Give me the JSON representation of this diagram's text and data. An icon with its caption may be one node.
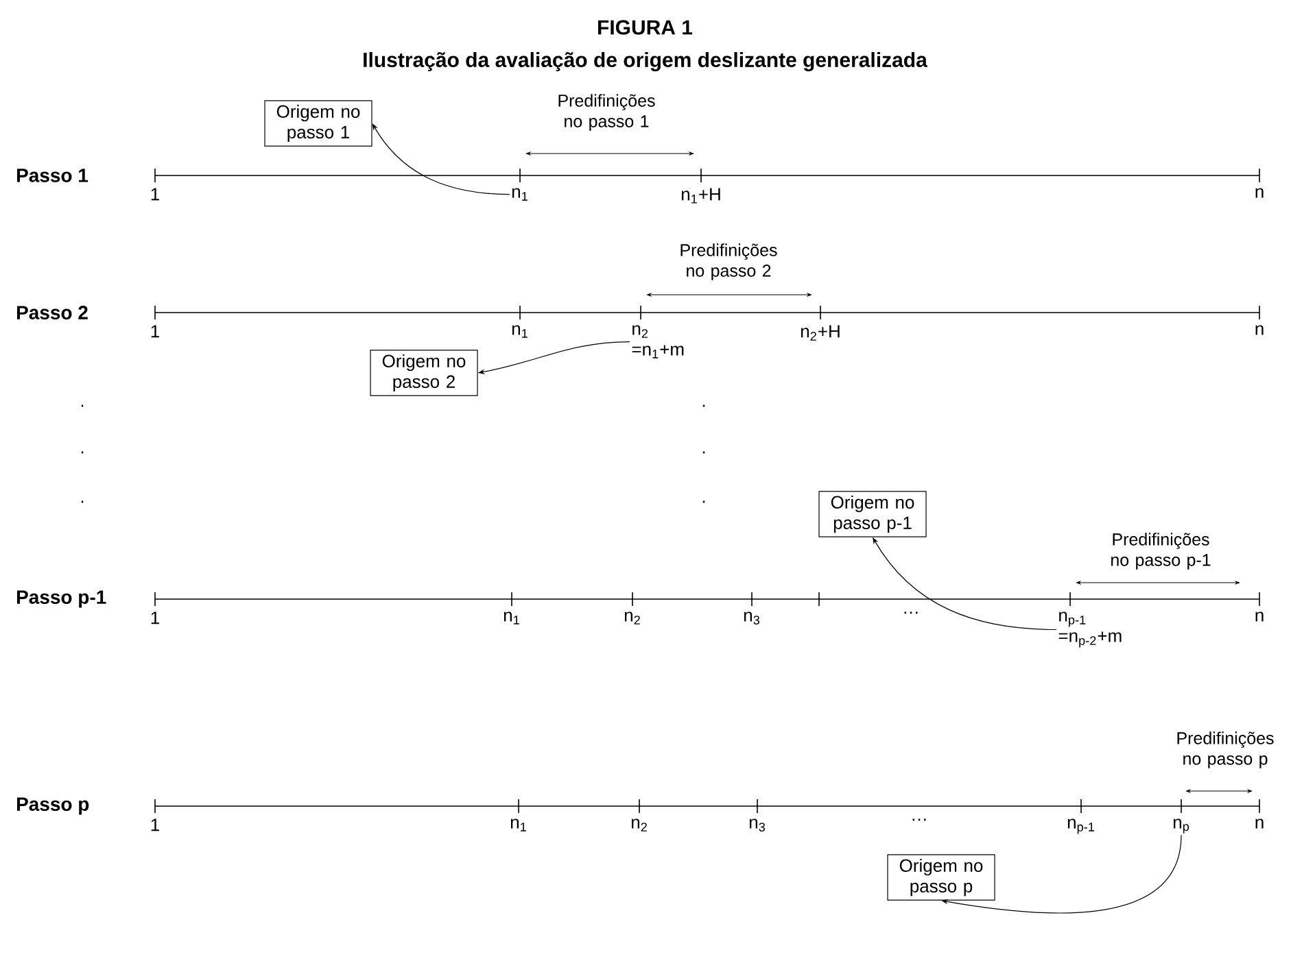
{
  "diagram": {
    "title": "FIGURA 1",
    "nodes": [
      {
        "text": [
          "Origem no passo 1"
        ]
      },
      {
        "text": [
          "n$_{1}$"
        ]
      },
      {
        "text": [
          "n$_{2}$",
          "=n$_{1}$+m"
        ]
      },
      {
        "text": [
          "Origem no passo 2"
        ]
      },
      {
        "text": [
          "Origem no passo p-1"
        ]
      },
      {
        "text": [
          "n$_{p-1}$",
          "=n$_{p-2}$+m"
        ]
      },
      {
        "text": [
          "n$_{p}$"
        ]
      },
      {
        "text": [
          "Origem no passo p"
        ]
      }
    ],
    "edges": [
      {
        "from": 1,
        "to": 0,
        "arrow": "to"
      },
      {
        "from": 2,
        "to": 3,
        "arrow": "to"
      },
      {
        "from": 5,
        "to": 4,
        "arrow": "to"
      },
      {
        "from": 6,
        "to": 7,
        "arrow": "to"
      }
    ],
    "labels": [
      "Ilustração da avaliação de origem deslizante generalizada",
      "Passo 1",
      "Predifinições no passo 1",
      "1",
      "n$_{1}$+H",
      "n",
      "Predifinições no passo 2",
      "Passo 2",
      "1",
      "n$_{1}$",
      "n$_{2}$+H",
      "n",
      ".",
      ".",
      ".",
      ".",
      ".",
      ".",
      "Predifinições no passo p-1",
      "Passo p-1",
      "1",
      "n$_{1}$",
      "n$_{2}$",
      "n$_{3}$",
      "…",
      "n",
      "Predifinições no passo p",
      "Passo p",
      "1",
      "n$_{1}$",
      "n$_{2}$",
      "n$_{3}$",
      "…",
      "n$_{p-1}$",
      "n"
    ]
  }
}
